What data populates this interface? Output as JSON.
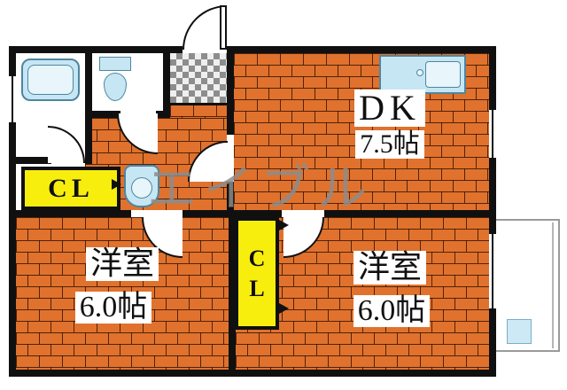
{
  "watermark_text": "エイブル",
  "labels": {
    "dk_name": "DK",
    "dk_size": "7.5帖",
    "left_room_name": "洋室",
    "left_room_size": "6.0帖",
    "right_room_name": "洋室",
    "right_room_size": "6.0帖",
    "closet_left": "CL",
    "closet_center_top": "C",
    "closet_center_bottom": "L"
  },
  "colors": {
    "floor_orange": "#e0722e",
    "wall_black": "#101010",
    "closet_yellow": "#f7ee0e",
    "fixture_blue": "#c6e6f4",
    "watermark_gray": "#8c8c8c",
    "balcony_gray": "#9a9a9a"
  },
  "icons": {
    "bathtub": "bathtub-icon",
    "toilet": "toilet-icon",
    "washbasin": "washbasin-icon",
    "kitchen": "kitchen-counter-icon",
    "entrance": "entrance-tile",
    "washer_pan": "washer-pan-icon"
  }
}
